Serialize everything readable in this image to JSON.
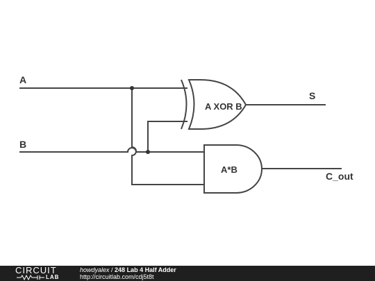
{
  "diagram": {
    "inputs": {
      "a": "A",
      "b": "B"
    },
    "outputs": {
      "sum": "S",
      "carry": "C_out"
    },
    "gates": {
      "xor": "A XOR B",
      "and": "A*B"
    }
  },
  "footer": {
    "logo_top": "CIRCUIT",
    "logo_bottom": "LAB",
    "author": "howdyalex",
    "separator": " / ",
    "title": "248 Lab 4 Half Adder",
    "url": "http://circuitlab.com/cdj5t8t"
  },
  "colors": {
    "wire": "#444444",
    "footer_bg": "#1f1f1f"
  }
}
